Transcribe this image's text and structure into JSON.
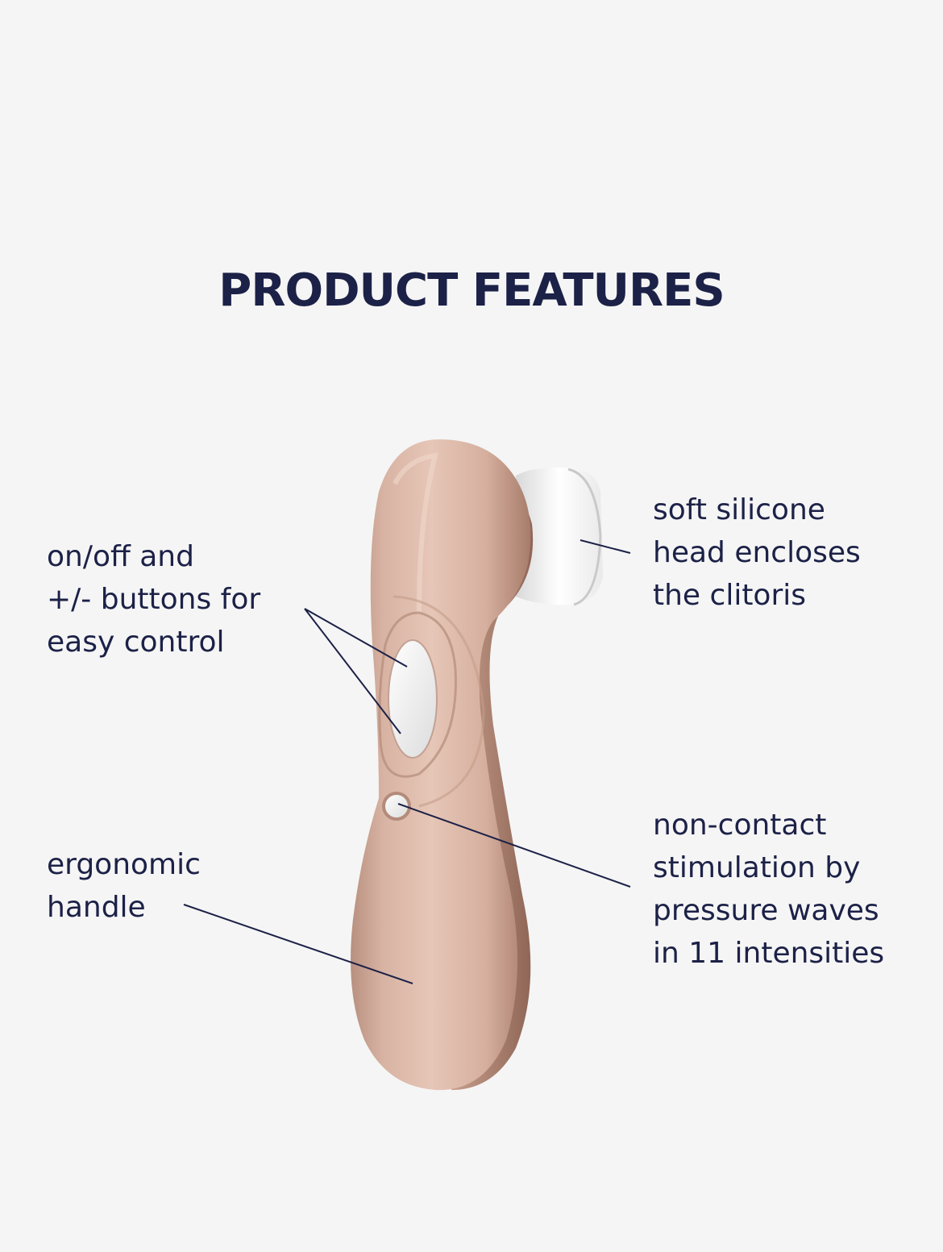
{
  "title": "PRODUCT FEATURES",
  "callouts": {
    "buttons": [
      "on/off and",
      "+/- buttons for",
      "easy control"
    ],
    "handle": [
      "ergonomic",
      "handle"
    ],
    "head": [
      "soft silicone",
      "head encloses",
      "the clitoris"
    ],
    "noncontact": [
      "non-contact",
      "stimulation by",
      "pressure waves",
      "in 11 intensities"
    ]
  },
  "colors": {
    "background": "#f5f5f5",
    "text": "#1c2147",
    "body": "#d9b4a4",
    "head": "#ffffff"
  }
}
